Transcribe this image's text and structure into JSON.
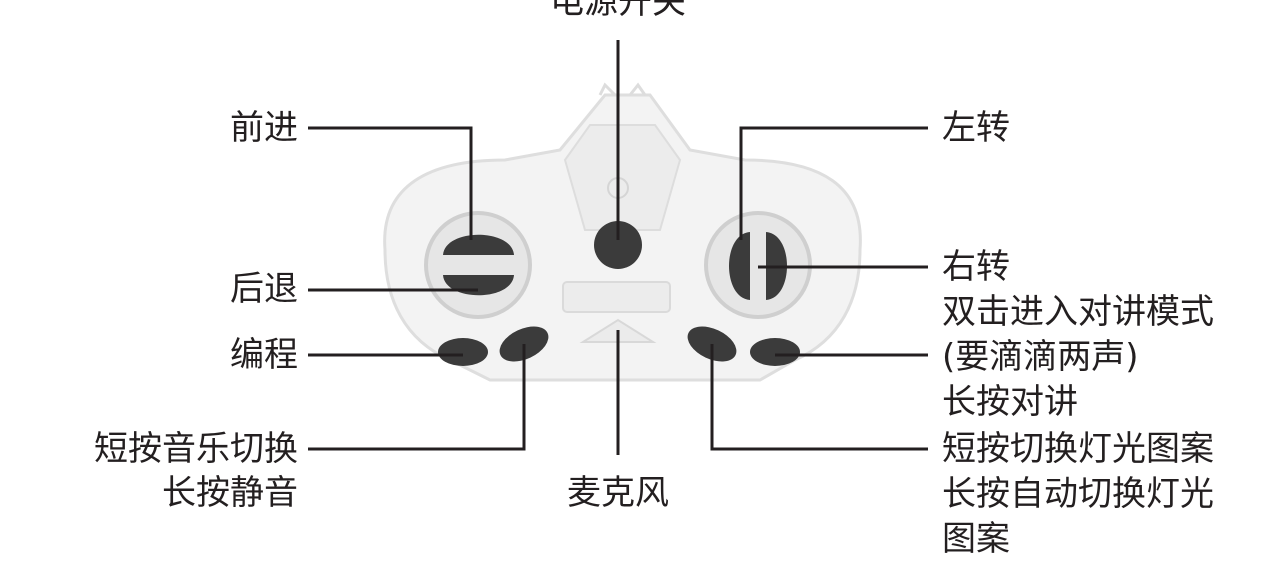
{
  "labels": {
    "power": "电源开关",
    "forward": "前进",
    "backward": "后退",
    "program": "编程",
    "music_line1": "短按音乐切换",
    "music_line2": "长按静音",
    "microphone": "麦克风",
    "turn_left": "左转",
    "turn_right": "右转",
    "intercom_line1": "双击进入对讲模式",
    "intercom_line2": "(要滴滴两声)",
    "intercom_line3": "长按对讲",
    "light_line1": "短按切换灯光图案",
    "light_line2": "长按自动切换灯光",
    "light_line3": "图案"
  },
  "colors": {
    "body": "#f2f2f2",
    "body_edge": "#dcdcdc",
    "button": "#3a3a3a",
    "leader_line": "#231f20"
  }
}
